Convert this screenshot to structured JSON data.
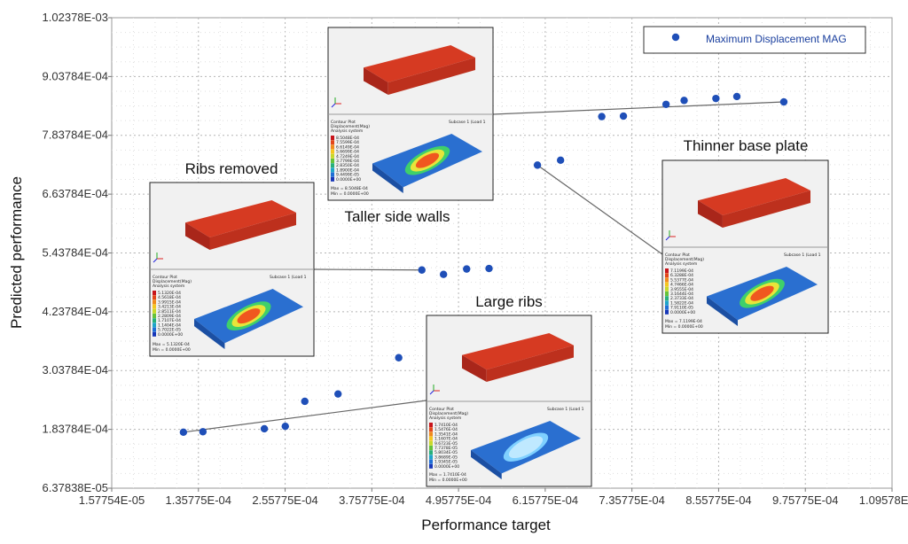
{
  "chart_data": {
    "type": "scatter",
    "xlabel": "Performance target",
    "ylabel": "Predicted performance",
    "xlim": [
      1.57754e-05,
      0.00109578
    ],
    "ylim": [
      6.37838e-05,
      0.00102378
    ],
    "x_ticks": [
      1.57754e-05,
      0.000135775,
      0.000255775,
      0.000375775,
      0.000495775,
      0.000615775,
      0.000735775,
      0.000855775,
      0.000975775,
      0.00109578
    ],
    "x_tick_labels": [
      "1.57754E-05",
      "1.35775E-04",
      "2.55775E-04",
      "3.75775E-04",
      "4.95775E-04",
      "6.15775E-04",
      "7.35775E-04",
      "8.55775E-04",
      "9.75775E-04",
      "1.09578E-03"
    ],
    "y_ticks": [
      6.37838e-05,
      0.000183784,
      0.000303784,
      0.000423784,
      0.000543784,
      0.000663784,
      0.000783784,
      0.000903784,
      0.00102378
    ],
    "y_tick_labels": [
      "6.37838E-05",
      "1.83784E-04",
      "3.03784E-04",
      "4.23784E-04",
      "5.43784E-04",
      "6.63784E-04",
      "7.83784E-04",
      "9.03784E-04",
      "1.02378E-03"
    ],
    "grid": true,
    "legend_position": "top-right",
    "series": [
      {
        "name": "Maximum Displacement MAG",
        "color": "#1f4fb8",
        "marker": "circle",
        "points": [
          [
            0.000115,
            0.000178
          ],
          [
            0.000142,
            0.000179
          ],
          [
            0.000227,
            0.000185
          ],
          [
            0.000256,
            0.00019
          ],
          [
            0.000283,
            0.000241
          ],
          [
            0.000329,
            0.000256
          ],
          [
            0.000413,
            0.00033
          ],
          [
            0.000445,
            0.000509
          ],
          [
            0.000475,
            0.0005
          ],
          [
            0.000507,
            0.000511
          ],
          [
            0.000538,
            0.000512
          ],
          [
            0.000605,
            0.000723
          ],
          [
            0.000637,
            0.000733
          ],
          [
            0.000694,
            0.000822
          ],
          [
            0.000724,
            0.000823
          ],
          [
            0.000783,
            0.000847
          ],
          [
            0.000808,
            0.000855
          ],
          [
            0.000852,
            0.000859
          ],
          [
            0.000881,
            0.000863
          ],
          [
            0.000946,
            0.000852
          ]
        ]
      }
    ],
    "annotations": [
      {
        "label": "Taller side walls",
        "panel": "top-center"
      },
      {
        "label": "Ribs removed",
        "panel": "left"
      },
      {
        "label": "Thinner base plate",
        "panel": "right"
      },
      {
        "label": "Large ribs",
        "panel": "bottom-center"
      }
    ]
  },
  "insets": {
    "contour_title": "Contour Plot",
    "contour_sub": "Displacement(Mag)",
    "contour_sys": "Analysis system",
    "subcase": "Subcase 1 (Load 1",
    "scales": [
      [
        "8.5048E-04",
        "7.5599E-04",
        "6.6149E-04",
        "5.6699E-04",
        "4.7249E-04",
        "3.7799E-04",
        "2.8350E-04",
        "1.8900E-04",
        "9.4499E-05",
        "0.0000E+00"
      ],
      [
        "5.1320E-04",
        "4.5618E-04",
        "3.9915E-04",
        "3.4213E-04",
        "2.8511E-04",
        "2.2809E-04",
        "1.7107E-04",
        "1.1404E-04",
        "5.7022E-05",
        "0.0000E+00"
      ],
      [
        "7.1199E-04",
        "6.3288E-04",
        "5.5377E-04",
        "4.7466E-04",
        "3.9555E-04",
        "3.1644E-04",
        "2.3733E-04",
        "1.5822E-04",
        "7.9110E-05",
        "0.0000E+00"
      ],
      [
        "1.7410E-04",
        "1.5476E-04",
        "1.3541E-04",
        "1.1607E-04",
        "9.6723E-05",
        "7.7378E-05",
        "5.8034E-05",
        "3.8689E-05",
        "1.9345E-05",
        "0.0000E+00"
      ]
    ],
    "max_labels": [
      "Max = 8.5048E-04",
      "Max = 5.1320E-04",
      "Max = 7.1199E-04",
      "Max = 1.7410E-04"
    ],
    "min_labels": [
      "Min = 0.0000E+00",
      "Min = 0.0000E+00",
      "Min = 0.0000E+00",
      "Min = 0.0000E+00"
    ],
    "palette": [
      "#c8141b",
      "#e3461a",
      "#f08a1c",
      "#f5c61f",
      "#c8d92a",
      "#66c23a",
      "#27b07a",
      "#1ea5c9",
      "#1f6fd6",
      "#1636b8"
    ],
    "body_color": "#d63a22",
    "base_color": "#2a6fd0"
  }
}
